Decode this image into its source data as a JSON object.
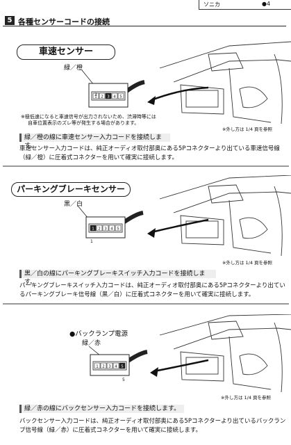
{
  "header": {
    "left": "ソニカ",
    "right": "●4"
  },
  "section": {
    "number": "5",
    "title": "各種センサーコードの接続"
  },
  "blocks": [
    {
      "label": "車速センサー",
      "wire": "緑／橙",
      "pin_marker": "3",
      "note_lines": [
        "※極低速になると車速信号が出力されないため、渋滞時等には",
        "自車位置表示のズレ等が発生する場合があります。"
      ],
      "ref": "※外し方は 1/4 頁を参照",
      "bar": "緑／橙の線に車速センサー入力コードを接続します。",
      "para": "車速センサー入力コードは、純正オーディオ取付部奥にある5Pコネクターより出ている車速信号線（緑／橙）に圧着式コネクターを用いて確実に接続します。"
    },
    {
      "label": "パーキングブレーキセンサー",
      "wire": "黒／白",
      "pin_marker": "1",
      "ref": "※外し方は 1/4 頁を参照",
      "bar": "黒／白の線にパーキングブレーキスイッチ入力コードを接続します。",
      "para": "パーキングブレーキスイッチ入力コードは、純正オーディオ取付部奥にある5Pコネクターより出ているパーキングブレーキ信号線（黒／白）に圧着式コネクターを用いて確実に接続します。"
    },
    {
      "label": "●バックランプ電源",
      "wire": "緑／赤",
      "pin_marker": "5",
      "ref": "※外し方は 1/4 頁を参照",
      "bar": "緑／赤の線にバックセンサー入力コードを接続します。",
      "para": "バックセンサー入力コードは、純正オーディオ取付部奥にある5Pコネクターより出ているバックランプ信号線（緑／赤）に圧着式コネクターを用いて確実に接続します。"
    }
  ],
  "connector_pins": [
    "1",
    "2",
    "3",
    "4",
    "5"
  ]
}
